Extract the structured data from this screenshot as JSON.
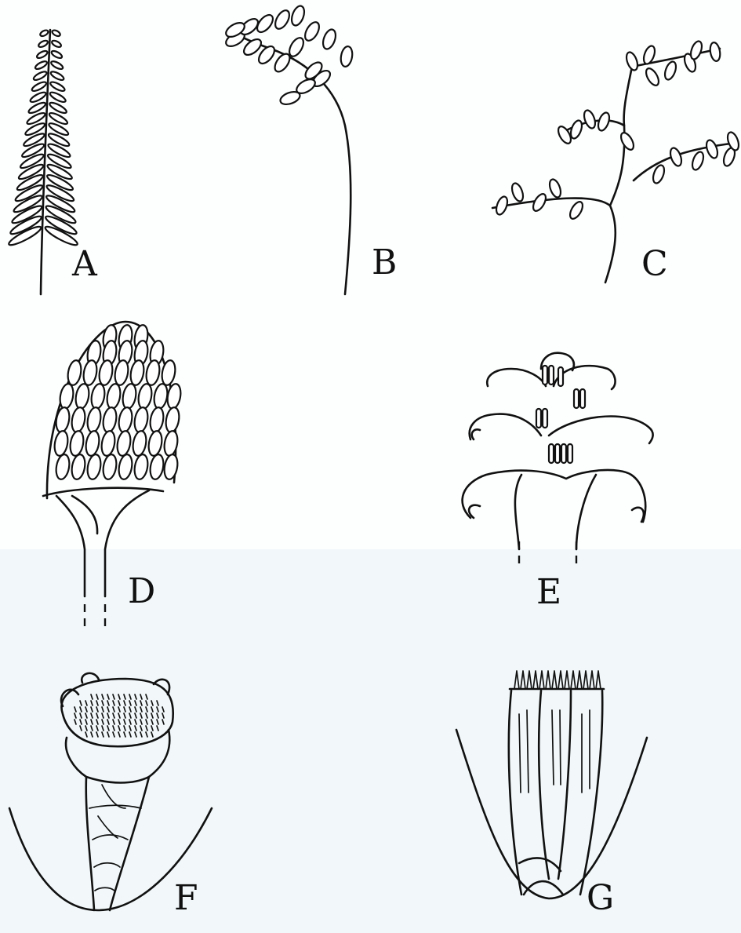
{
  "figure": {
    "panels": [
      {
        "id": "A",
        "label": "A"
      },
      {
        "id": "B",
        "label": "B"
      },
      {
        "id": "C",
        "label": "C"
      },
      {
        "id": "D",
        "label": "D"
      },
      {
        "id": "E",
        "label": "E"
      },
      {
        "id": "F",
        "label": "F"
      },
      {
        "id": "G",
        "label": "G"
      }
    ]
  }
}
